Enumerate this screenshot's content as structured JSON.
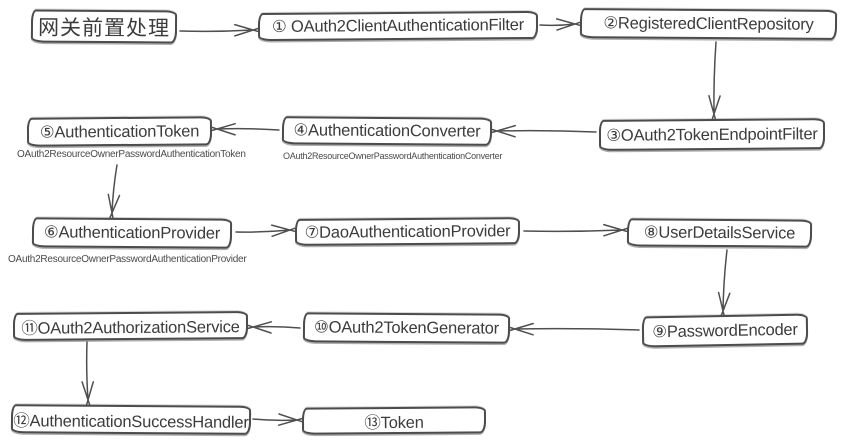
{
  "nodes": [
    {
      "id": "gateway",
      "label": "网关前置处理"
    },
    {
      "id": "n1",
      "label": "① OAuth2ClientAuthenticationFilter"
    },
    {
      "id": "n2",
      "label": "②RegisteredClientRepository"
    },
    {
      "id": "n3",
      "label": "③OAuth2TokenEndpointFilter"
    },
    {
      "id": "n4",
      "label": "④AuthenticationConverter",
      "subtitle": "OAuth2ResourceOwnerPasswordAuthenticationConverter"
    },
    {
      "id": "n5",
      "label": "⑤AuthenticationToken",
      "subtitle": "OAuth2ResourceOwnerPasswordAuthenticationToken"
    },
    {
      "id": "n6",
      "label": "⑥AuthenticationProvider",
      "subtitle": "OAuth2ResourceOwnerPasswordAuthenticationProvider"
    },
    {
      "id": "n7",
      "label": "⑦DaoAuthenticationProvider"
    },
    {
      "id": "n8",
      "label": "⑧UserDetailsService"
    },
    {
      "id": "n9",
      "label": "⑨PasswordEncoder"
    },
    {
      "id": "n10",
      "label": "⑩OAuth2TokenGenerator"
    },
    {
      "id": "n11",
      "label": "⑪OAuth2AuthorizationService"
    },
    {
      "id": "n12",
      "label": "⑫AuthenticationSuccessHandler"
    },
    {
      "id": "n13",
      "label": "⑬Token"
    }
  ],
  "edges": [
    {
      "from": "gateway",
      "to": "n1"
    },
    {
      "from": "n1",
      "to": "n2"
    },
    {
      "from": "n2",
      "to": "n3"
    },
    {
      "from": "n3",
      "to": "n4"
    },
    {
      "from": "n4",
      "to": "n5"
    },
    {
      "from": "n5",
      "to": "n6"
    },
    {
      "from": "n6",
      "to": "n7"
    },
    {
      "from": "n7",
      "to": "n8"
    },
    {
      "from": "n8",
      "to": "n9"
    },
    {
      "from": "n9",
      "to": "n10"
    },
    {
      "from": "n10",
      "to": "n11"
    },
    {
      "from": "n11",
      "to": "n12"
    },
    {
      "from": "n12",
      "to": "n13"
    }
  ],
  "colors": {
    "ink": "#4f4f4f",
    "text": "#3c3c3c",
    "background": "#ffffff"
  }
}
